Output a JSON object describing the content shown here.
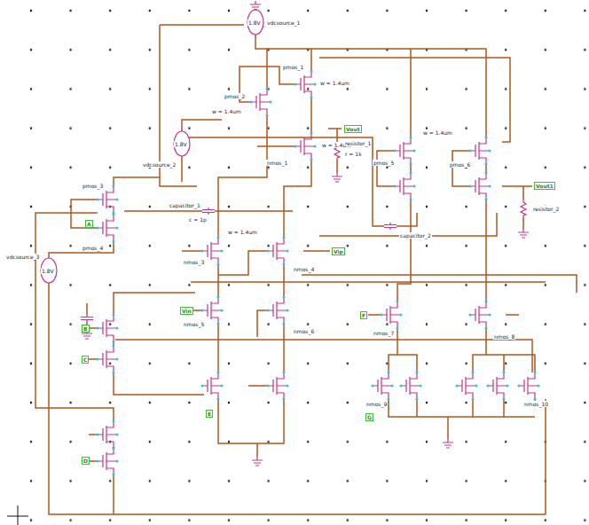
{
  "diagram": {
    "labels": [
      "1.8V",
      "vdcsource_1",
      "1.8V",
      "vdcsource_2",
      "1.8V",
      "vdcsource_3",
      "pmos_1",
      "w = 1.4um",
      "pmos_2",
      "w = 1.4um",
      "nmos_1",
      "w = 1.4um",
      "Vout",
      "resistor_1",
      "r = 1k",
      "capacitor_1",
      "c = 1p",
      "pmos_3",
      "pmos_4",
      "A",
      "nmos_3",
      "w = 1.4um",
      "nmos_4",
      "Vip",
      "nmos_5",
      "nmos_6",
      "Vin",
      "B",
      "C",
      "D",
      "E",
      "pmos_5",
      "w = 1.4um",
      "pmos_6",
      "Vout1",
      "resistor_2",
      "capacitor_2",
      "nmos_7",
      "nmos_8",
      "F",
      "nmos_9",
      "nmos_10",
      "G"
    ]
  }
}
